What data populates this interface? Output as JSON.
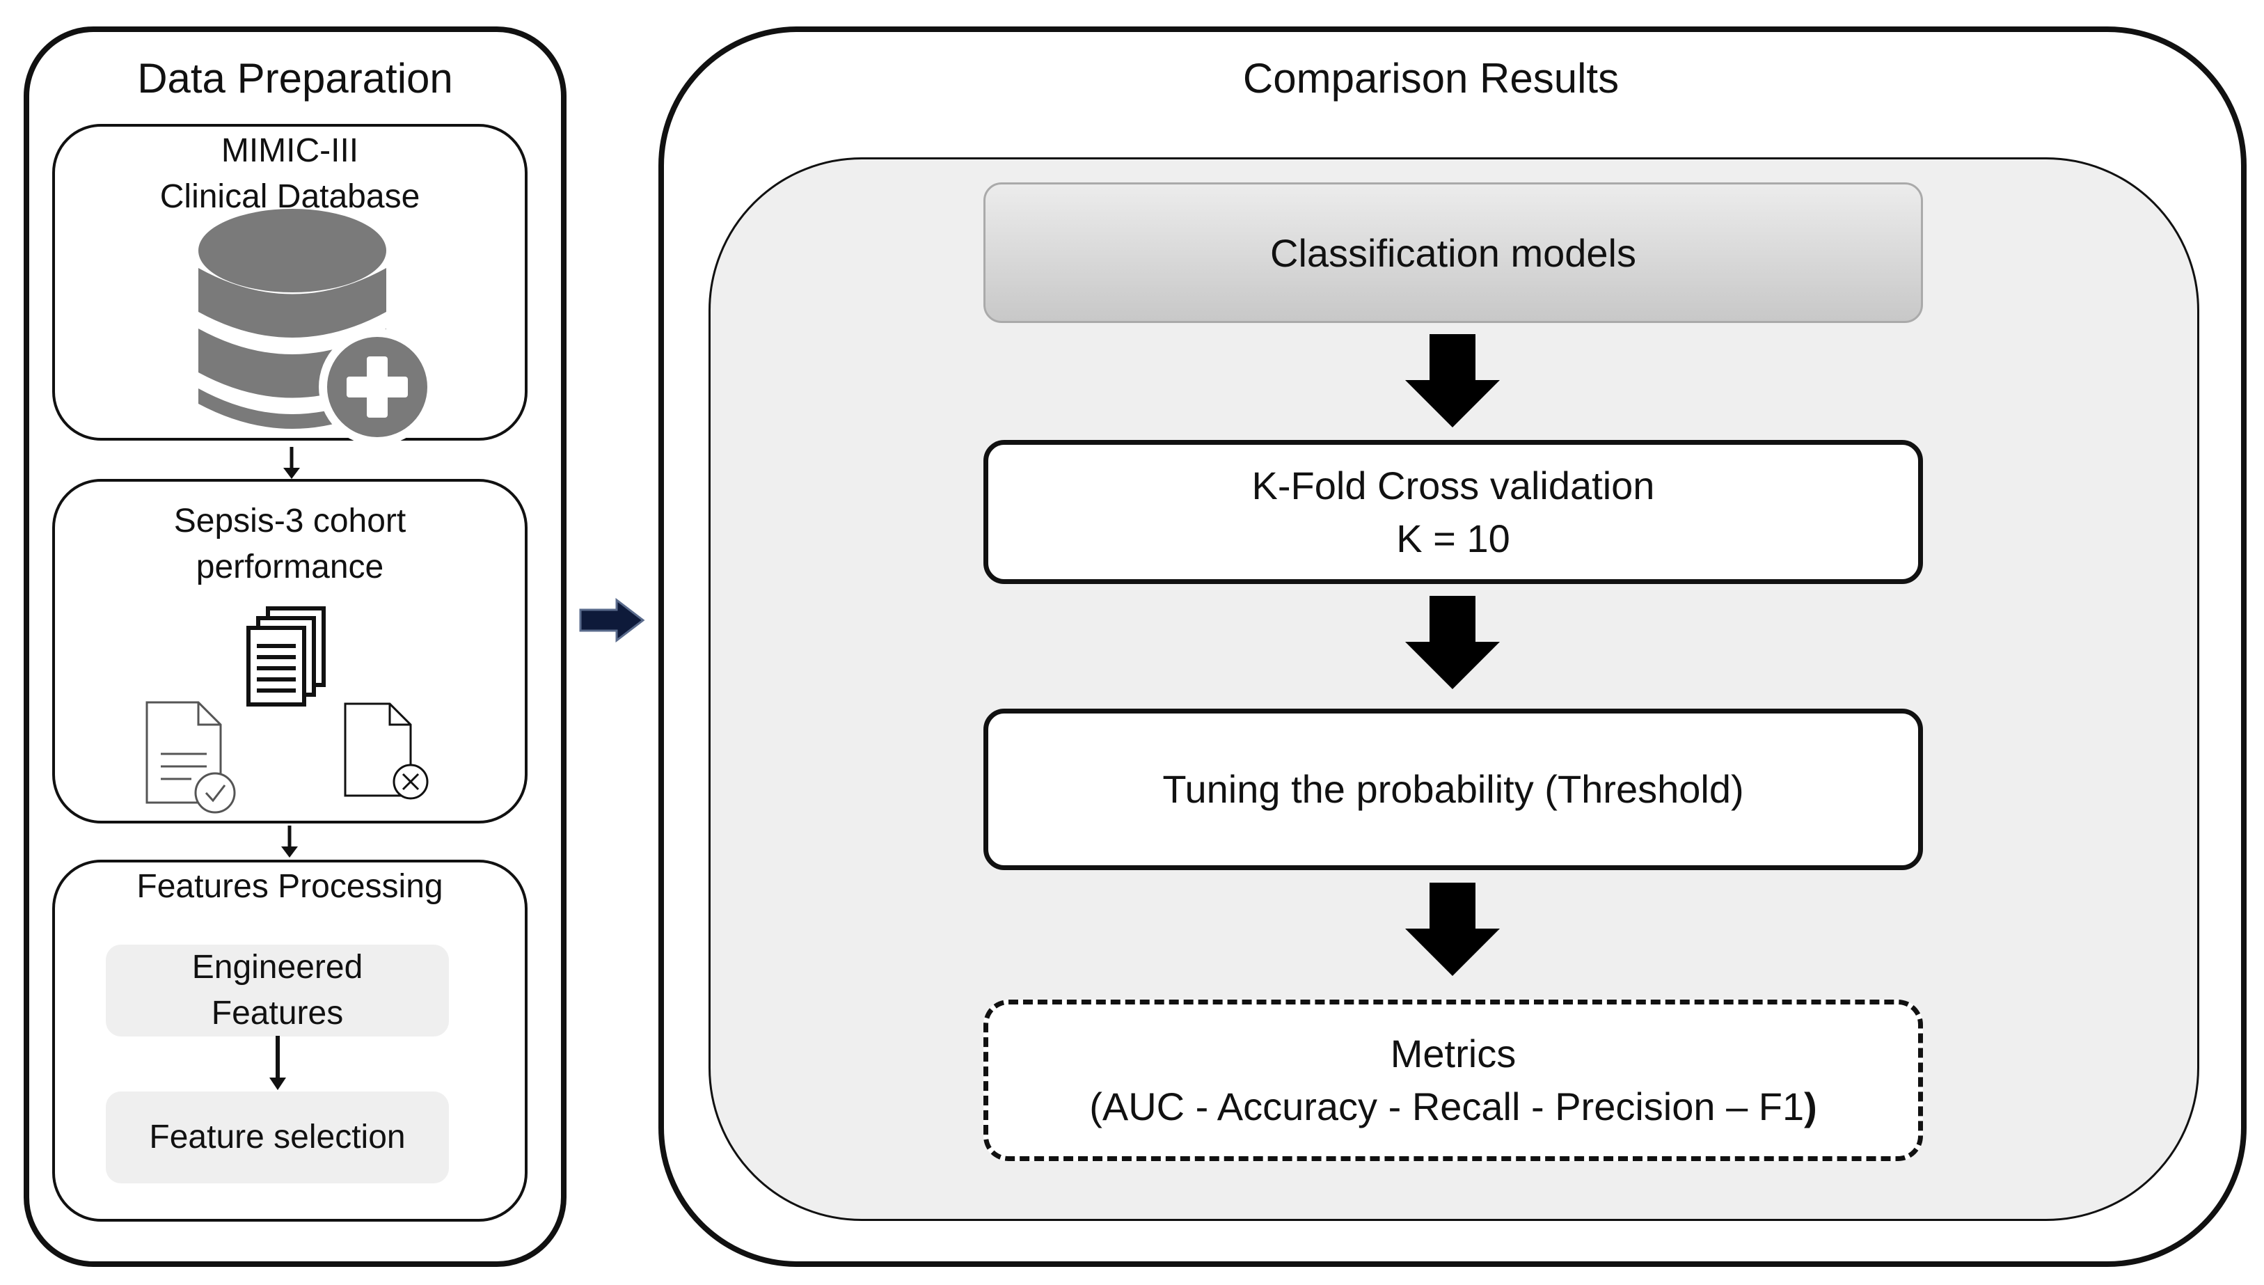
{
  "data_preparation": {
    "title": "Data Preparation",
    "database": {
      "line1": "MIMIC-III",
      "line2": "Clinical Database",
      "icon": "database-plus-icon"
    },
    "cohort": {
      "line1": "Sepsis-3 cohort",
      "line2": "performance",
      "icons": [
        "documents-stack-icon",
        "document-check-icon",
        "document-cross-icon"
      ]
    },
    "features": {
      "title": "Features Processing",
      "engineered_line1": "Engineered",
      "engineered_line2": "Features",
      "selection": "Feature selection"
    }
  },
  "comparison": {
    "title": "Comparison Results",
    "classification": "Classification models",
    "kfold_line1": "K-Fold Cross validation",
    "kfold_line2": "K = 10",
    "tuning": "Tuning the probability (Threshold)",
    "metrics_line1": "Metrics",
    "metrics_line2": "(AUC - Accuracy - Recall - Precision – F1",
    "metrics_close": ")"
  },
  "colors": {
    "stroke": "#111111",
    "panel_fill": "#efefef",
    "icon_gray": "#7a7a7a",
    "connector_arrow": "#0e1a3a"
  }
}
